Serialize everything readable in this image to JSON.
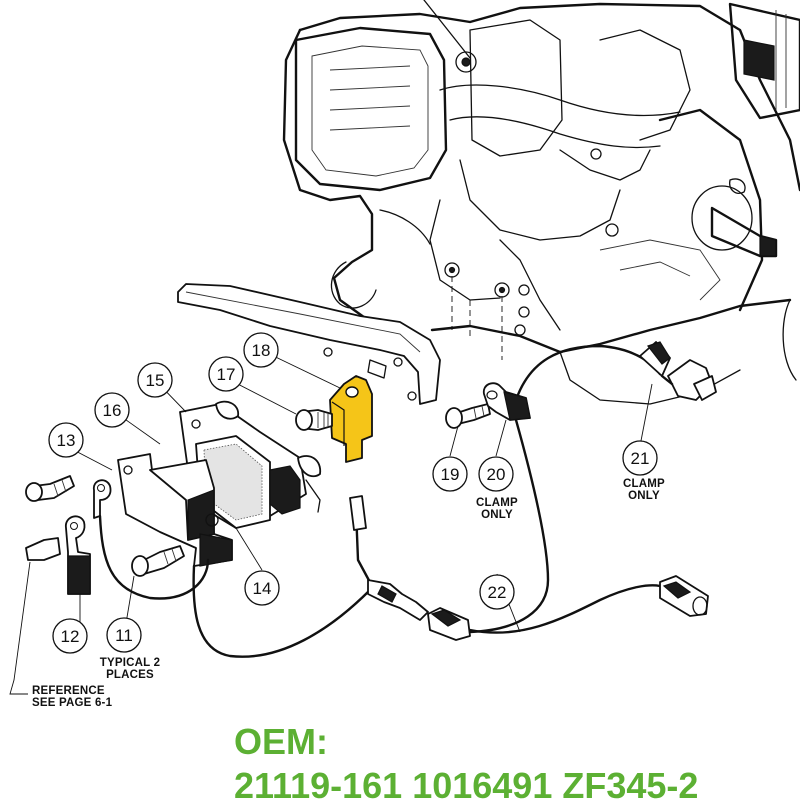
{
  "callouts": {
    "c11": "11",
    "c12": "12",
    "c13": "13",
    "c14": "14",
    "c15": "15",
    "c16": "16",
    "c17": "17",
    "c18": "18",
    "c19": "19",
    "c20": "20",
    "c21": "21",
    "c22": "22"
  },
  "notes": {
    "typical_1": "TYPICAL 2",
    "typical_2": "PLACES",
    "reference_1": "REFERENCE",
    "reference_2": "SEE PAGE 6-1",
    "clamp20_1": "CLAMP",
    "clamp20_2": "ONLY",
    "clamp21_1": "CLAMP",
    "clamp21_2": "ONLY"
  },
  "oem": {
    "label": "OEM:",
    "numbers": "21119-161 1016491 ZF345-2"
  },
  "colors": {
    "highlight": "#f5c518",
    "oem_text": "#5cb033",
    "line": "#111111"
  }
}
